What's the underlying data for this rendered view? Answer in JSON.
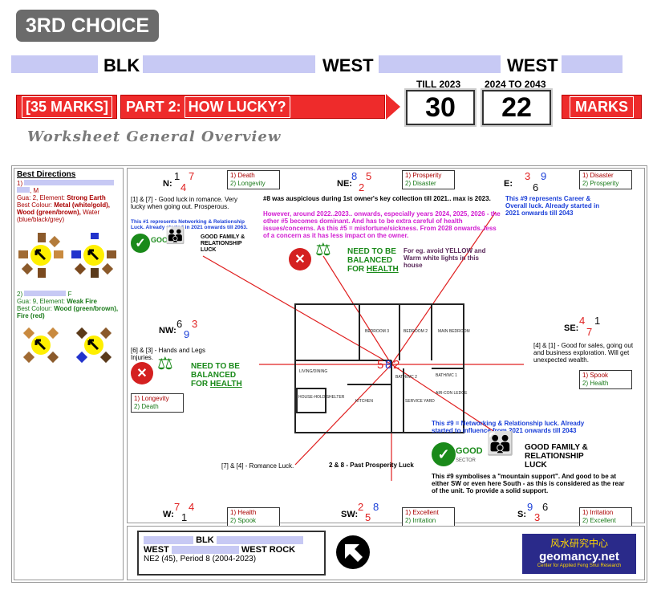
{
  "header": {
    "choice": "3RD CHOICE",
    "word1": "BLK",
    "word2": "WEST",
    "word3": "WEST",
    "marks_label": "[35 MARKS]",
    "part_prefix": "PART 2:",
    "part_title": "HOW LUCKY?",
    "till_label": "TILL 2023",
    "score1": "30",
    "range_label": "2024 TO 2043",
    "score2": "22",
    "marks_button": "MARKS",
    "subtitle": "Worksheet General Overview"
  },
  "sidebar": {
    "title": "Best Directions",
    "p1_prefix": "1)",
    "p1_name_suffix": ", M",
    "p1_gua": "Gua: 2, Element: ",
    "p1_element": "Strong Earth",
    "p1_colour_label": "Best Colour: ",
    "p1_colour_a": "Metal (white/gold), Wood (green/brown),",
    "p1_colour_b": " Water (blue/black/grey)",
    "p2_prefix": "2)",
    "p2_name_suffix": " F",
    "p2_gua": "Gua: 9, Element: ",
    "p2_element": "Weak Fire",
    "p2_colour_label": "Best Colour: ",
    "p2_colour": "Wood (green/brown), Fire (red)"
  },
  "sectors": {
    "N": {
      "label": "N:",
      "a": "1",
      "b": "7",
      "c": "4",
      "l1": "1) Death",
      "l2": "2) Longevity"
    },
    "NE": {
      "label": "NE:",
      "a": "8",
      "b": "5",
      "c": "2",
      "l1": "1) Prosperity",
      "l2": "2) Disaster"
    },
    "E": {
      "label": "E:",
      "a": "3",
      "b": "9",
      "c": "6",
      "l1": "1) Disaster",
      "l2": "2) Prosperity"
    },
    "NW": {
      "label": "NW:",
      "a": "6",
      "b": "3",
      "c": "9"
    },
    "SE": {
      "label": "SE:",
      "a": "4",
      "b": "1",
      "c": "7",
      "l1": "1) Spook",
      "l2": "2) Health"
    },
    "W": {
      "label": "W:",
      "a": "7",
      "b": "4",
      "c": "1",
      "l1": "1) Health",
      "l2": "2) Spook"
    },
    "SW": {
      "label": "SW:",
      "a": "2",
      "b": "8",
      "c": "5",
      "l1": "1) Excellent",
      "l2": "2) Irritation"
    },
    "S": {
      "label": "S:",
      "a": "9",
      "b": "6",
      "c": "3",
      "l1": "1) Irritation",
      "l2": "2) Excellent"
    },
    "NW_legend": {
      "l1": "1) Longevity",
      "l2": "2) Death"
    },
    "center": {
      "a": "5",
      "b": "8",
      "c": "2"
    }
  },
  "notes": {
    "n_text": "[1] & [7] - Good luck in romance. Very lucky when going out. Prosperous.",
    "n_blue": "This #1 represents Networking & Relationship Luck. Already started in 2021 onwards till 2063.",
    "good": "GOOD",
    "sector": "SECTOR",
    "family": "GOOD FAMILY & RELATIONSHIP LUCK",
    "ne_black": "#8 was auspicious during 1st owner's key collection till 2021.. max is 2023.",
    "ne_magenta": "However, around 2022..2023.. onwards, especially years 2024, 2025, 2026 - the other #5 becomes dominant. And has to be extra careful of health issues/concerns. As this #5 = misfortune/sickness. From 2028 onwards..less of a concern as it has less impact on the owner.",
    "need": "NEED TO BE BALANCED FOR ",
    "health": "HEALTH",
    "avoid": "For eg. avoid YELLOW and Warm white lights in this house",
    "e_blue": "This #9 represents Career & Overall luck. Already started in 2021 onwards till 2043",
    "nw_text": "[6] & [3] - Hands and Legs Injuries.",
    "se_text": "[4] & [1] - Good for sales, going out and business exploration. Will get unexpected wealth.",
    "s_blue": "This #9 = Networking & Relationship luck. Already started to influence from 2021 onwards till 2043",
    "s_black": "This #9 symbolises a \"mountain support\". And good to be at either SW or even here South - as this is considered as the rear of the unit. To provide a solid support.",
    "romance": "[7] & [4] - Romance Luck.",
    "past": "2 & 8 - Past Prosperity Luck"
  },
  "floorplan": {
    "bedroom3": "BEDROOM 3",
    "bedroom2": "BEDROOM 2",
    "main": "MAIN BEDROOM",
    "living": "LIVING/DINING",
    "bath2": "BATH/WC 2",
    "bath1": "BATH/WC 1",
    "aircon": "AIR-CON LEDGE",
    "household": "HOUSE-HOLD SHELTER",
    "kitchen": "KITCHEN",
    "service": "SERVICE YARD"
  },
  "footer": {
    "blk": "BLK",
    "west": "WEST",
    "west_rock": "WEST ROCK",
    "info": "NE2 (45), Period 8 (2004-2023)",
    "logo_cn": "风水研究中心",
    "logo_name": "geomancy.net",
    "logo_sub": "Center for Applied Feng Shui Research"
  },
  "colors": {
    "accent_red": "#ee2b2b",
    "redact": "#c7c9f4",
    "green": "#1a8a1a",
    "blue": "#1a3fd8"
  }
}
